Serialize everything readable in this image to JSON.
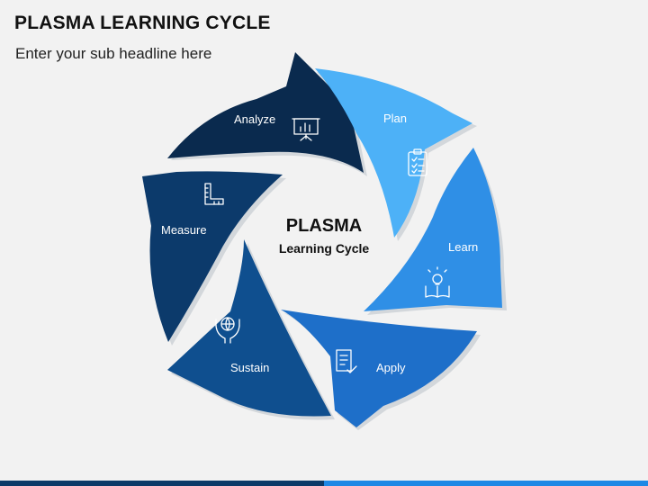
{
  "title": "PLASMA LEARNING CYCLE",
  "subtitle": "Enter your sub headline here",
  "center": {
    "title": "PLASMA",
    "subtitle": "Learning Cycle"
  },
  "segments": [
    {
      "label": "Analyze",
      "icon": "presentation-chart-icon",
      "color": "#0a2a4e"
    },
    {
      "label": "Plan",
      "icon": "clipboard-checklist-icon",
      "color": "#4db1f7"
    },
    {
      "label": "Learn",
      "icon": "book-lightbulb-icon",
      "color": "#2f8fe6"
    },
    {
      "label": "Apply",
      "icon": "document-check-icon",
      "color": "#1e6fc9"
    },
    {
      "label": "Sustain",
      "icon": "hands-globe-icon",
      "color": "#0f4f8f"
    },
    {
      "label": "Measure",
      "icon": "ruler-square-icon",
      "color": "#0c3a6b"
    }
  ]
}
